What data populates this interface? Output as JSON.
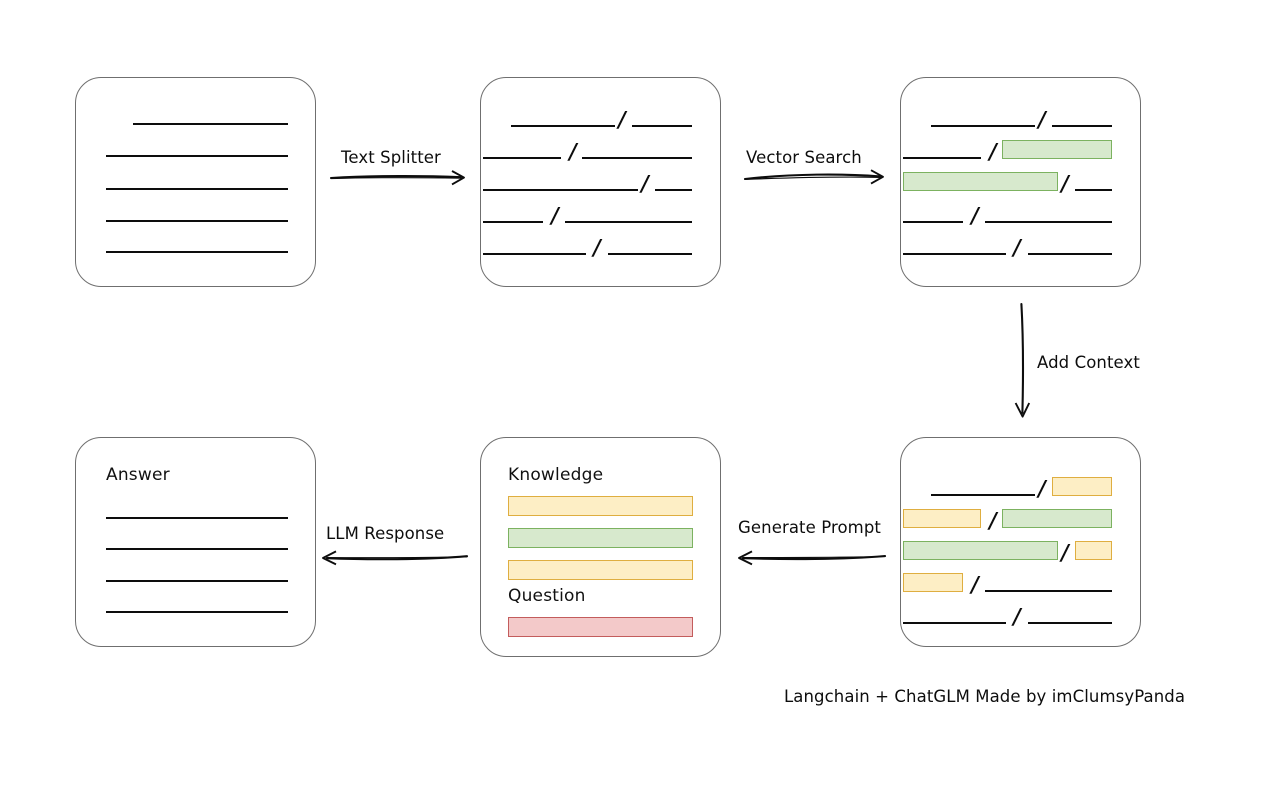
{
  "diagram": {
    "caption": "Langchain + ChatGLM Made by imClumsyPanda",
    "colors": {
      "green_fill": "#d7e9cd",
      "green_border": "#7cb260",
      "yellow_fill": "#fdeec5",
      "yellow_border": "#dfae40",
      "red_fill": "#f3c9c9",
      "red_border": "#c35c5c",
      "card_border": "#6f6f6f",
      "ink": "#0d0d0d"
    },
    "nodes": [
      {
        "id": "source-document",
        "title": "",
        "role": "Source document with unsplit text lines",
        "lines": [
          {
            "segments": [
              {
                "kind": "rule",
                "width": 154,
                "indent": 52
              }
            ]
          },
          {
            "segments": [
              {
                "kind": "rule",
                "width": 180,
                "indent": 0
              }
            ]
          },
          {
            "segments": [
              {
                "kind": "rule",
                "width": 180,
                "indent": 0
              }
            ]
          },
          {
            "segments": [
              {
                "kind": "rule",
                "width": 180,
                "indent": 0
              }
            ]
          },
          {
            "segments": [
              {
                "kind": "rule",
                "width": 180,
                "indent": 0
              }
            ]
          }
        ]
      },
      {
        "id": "split-chunks",
        "title": "",
        "role": "Document after text splitting into chunks",
        "lines": [
          {
            "segments": [
              {
                "kind": "rule",
                "width": 100,
                "indent": 30
              },
              {
                "kind": "slash"
              },
              {
                "kind": "rule",
                "width": 50
              }
            ]
          },
          {
            "segments": [
              {
                "kind": "rule",
                "width": 68,
                "indent": 0
              },
              {
                "kind": "slash"
              },
              {
                "kind": "rule",
                "width": 118
              }
            ]
          },
          {
            "segments": [
              {
                "kind": "rule",
                "width": 150,
                "indent": 0
              },
              {
                "kind": "slash"
              },
              {
                "kind": "rule",
                "width": 36
              }
            ]
          },
          {
            "segments": [
              {
                "kind": "rule",
                "width": 52,
                "indent": 0
              },
              {
                "kind": "slash"
              },
              {
                "kind": "rule",
                "width": 132
              }
            ]
          },
          {
            "segments": [
              {
                "kind": "rule",
                "width": 96,
                "indent": 0
              },
              {
                "kind": "slash"
              },
              {
                "kind": "rule",
                "width": 88
              }
            ]
          }
        ]
      },
      {
        "id": "vector-search-results",
        "title": "",
        "role": "Chunks with vector-search matches highlighted in green",
        "lines": [
          {
            "segments": [
              {
                "kind": "rule",
                "width": 100,
                "indent": 30
              },
              {
                "kind": "slash"
              },
              {
                "kind": "rule",
                "width": 50
              }
            ]
          },
          {
            "segments": [
              {
                "kind": "rule",
                "width": 68,
                "indent": 0
              },
              {
                "kind": "slash"
              },
              {
                "kind": "chip",
                "color": "green",
                "width": 118
              }
            ]
          },
          {
            "segments": [
              {
                "kind": "chip",
                "color": "green",
                "width": 150,
                "indent": 0
              },
              {
                "kind": "slash"
              },
              {
                "kind": "rule",
                "width": 36
              }
            ]
          },
          {
            "segments": [
              {
                "kind": "rule",
                "width": 52,
                "indent": 0
              },
              {
                "kind": "slash"
              },
              {
                "kind": "rule",
                "width": 132
              }
            ]
          },
          {
            "segments": [
              {
                "kind": "rule",
                "width": 96,
                "indent": 0
              },
              {
                "kind": "slash"
              },
              {
                "kind": "rule",
                "width": 88
              }
            ]
          }
        ]
      },
      {
        "id": "context-enriched-chunks",
        "title": "",
        "role": "Chunks with added context highlighted in yellow plus green matches",
        "lines": [
          {
            "segments": [
              {
                "kind": "rule",
                "width": 100,
                "indent": 30
              },
              {
                "kind": "slash"
              },
              {
                "kind": "chip",
                "color": "yellow",
                "width": 50
              }
            ]
          },
          {
            "segments": [
              {
                "kind": "chip",
                "color": "yellow",
                "width": 68,
                "indent": 0
              },
              {
                "kind": "slash"
              },
              {
                "kind": "chip",
                "color": "green",
                "width": 118
              }
            ]
          },
          {
            "segments": [
              {
                "kind": "chip",
                "color": "green",
                "width": 150,
                "indent": 0
              },
              {
                "kind": "slash"
              },
              {
                "kind": "chip",
                "color": "yellow",
                "width": 36
              }
            ]
          },
          {
            "segments": [
              {
                "kind": "chip",
                "color": "yellow",
                "width": 52,
                "indent": 0
              },
              {
                "kind": "slash"
              },
              {
                "kind": "rule",
                "width": 132
              }
            ]
          },
          {
            "segments": [
              {
                "kind": "rule",
                "width": 96,
                "indent": 0
              },
              {
                "kind": "slash"
              },
              {
                "kind": "rule",
                "width": 88
              }
            ]
          }
        ]
      },
      {
        "id": "prompt",
        "title": "",
        "role": "Generated prompt containing knowledge chunks and the question",
        "headings": [
          "Knowledge",
          "Question"
        ],
        "knowledge_bars": [
          "yellow",
          "green",
          "yellow"
        ],
        "question_bars": [
          "red"
        ]
      },
      {
        "id": "answer",
        "title": "Answer",
        "role": "Final answer returned by the LLM",
        "lines": [
          {
            "segments": [
              {
                "kind": "rule",
                "width": 180,
                "indent": 0
              }
            ]
          },
          {
            "segments": [
              {
                "kind": "rule",
                "width": 180,
                "indent": 0
              }
            ]
          },
          {
            "segments": [
              {
                "kind": "rule",
                "width": 180,
                "indent": 0
              }
            ]
          },
          {
            "segments": [
              {
                "kind": "rule",
                "width": 180,
                "indent": 0
              }
            ]
          }
        ]
      }
    ],
    "edges": [
      {
        "id": "text-splitter",
        "label": "Text Splitter",
        "from": "source-document",
        "to": "split-chunks",
        "direction": "right"
      },
      {
        "id": "vector-search",
        "label": "Vector Search",
        "from": "split-chunks",
        "to": "vector-search-results",
        "direction": "right"
      },
      {
        "id": "add-context",
        "label": "Add Context",
        "from": "vector-search-results",
        "to": "context-enriched-chunks",
        "direction": "down"
      },
      {
        "id": "generate-prompt",
        "label": "Generate Prompt",
        "from": "context-enriched-chunks",
        "to": "prompt",
        "direction": "left"
      },
      {
        "id": "llm-response",
        "label": "LLM Response",
        "from": "prompt",
        "to": "answer",
        "direction": "left"
      }
    ]
  }
}
